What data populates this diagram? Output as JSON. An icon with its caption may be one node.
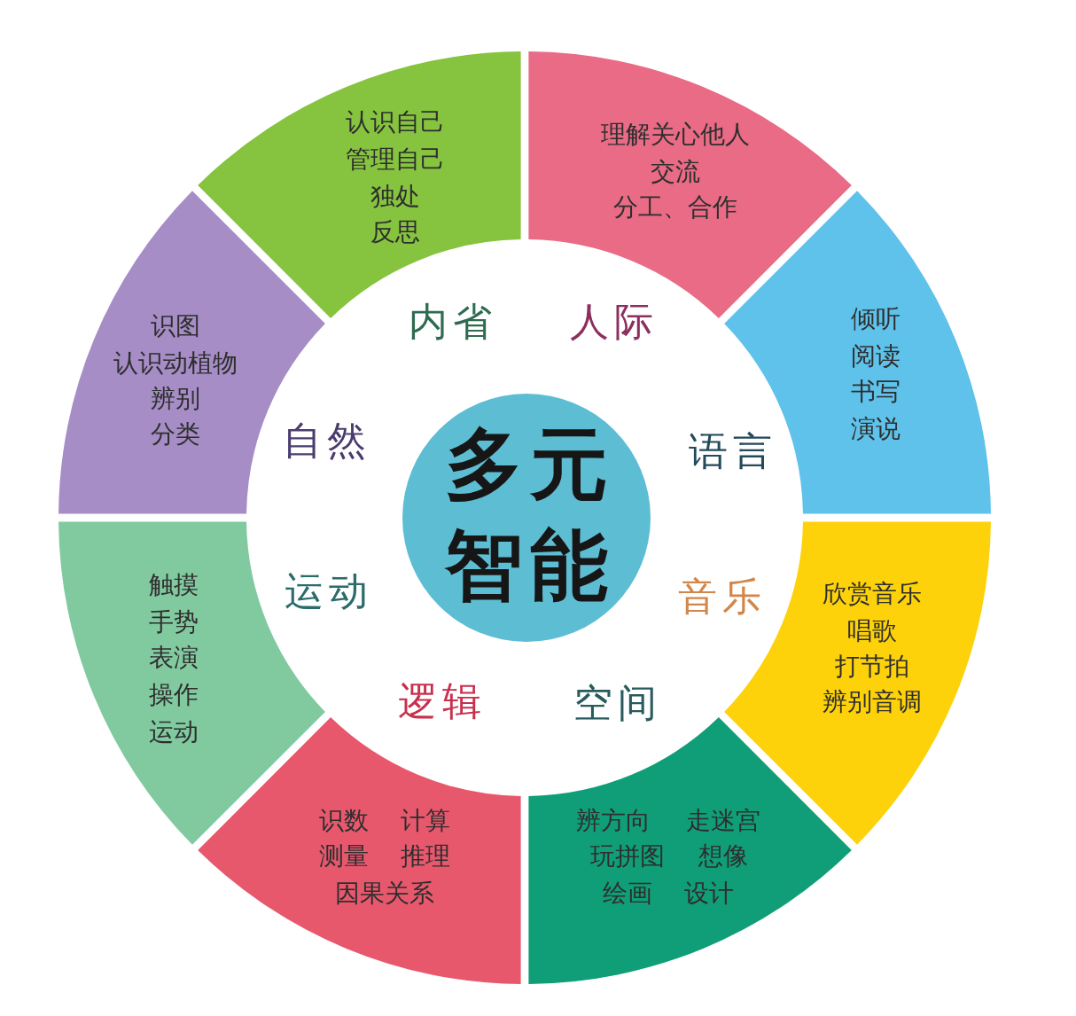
{
  "diagram": {
    "nodes": [
      {
        "text": [
          "多元智能"
        ]
      },
      {
        "text": [
          "认识自己",
          "管理自己",
          "独处",
          "反思",
          "内省"
        ]
      },
      {
        "text": [
          "理解关心他人",
          "交流",
          "分工、合作",
          "人际"
        ]
      },
      {
        "text": [
          "语言",
          "倾听",
          "阅读",
          "书写",
          "演说"
        ]
      },
      {
        "text": [
          "音乐",
          "欣赏音乐",
          "唱歌",
          "打节拍",
          "辨别音调"
        ]
      },
      {
        "text": [
          "空间",
          "辨方向",
          "走迷宫",
          "玩拼图",
          "想像",
          "绘画",
          "设计"
        ]
      },
      {
        "text": [
          "逻辑",
          "识数",
          "计算",
          "测量",
          "推理",
          "因果关系"
        ]
      },
      {
        "text": [
          "运动",
          "触摸",
          "手势",
          "表演",
          "操作",
          "运动"
        ]
      },
      {
        "text": [
          "自然",
          "识图",
          "认识动植物",
          "辨别",
          "分类"
        ]
      }
    ]
  }
}
